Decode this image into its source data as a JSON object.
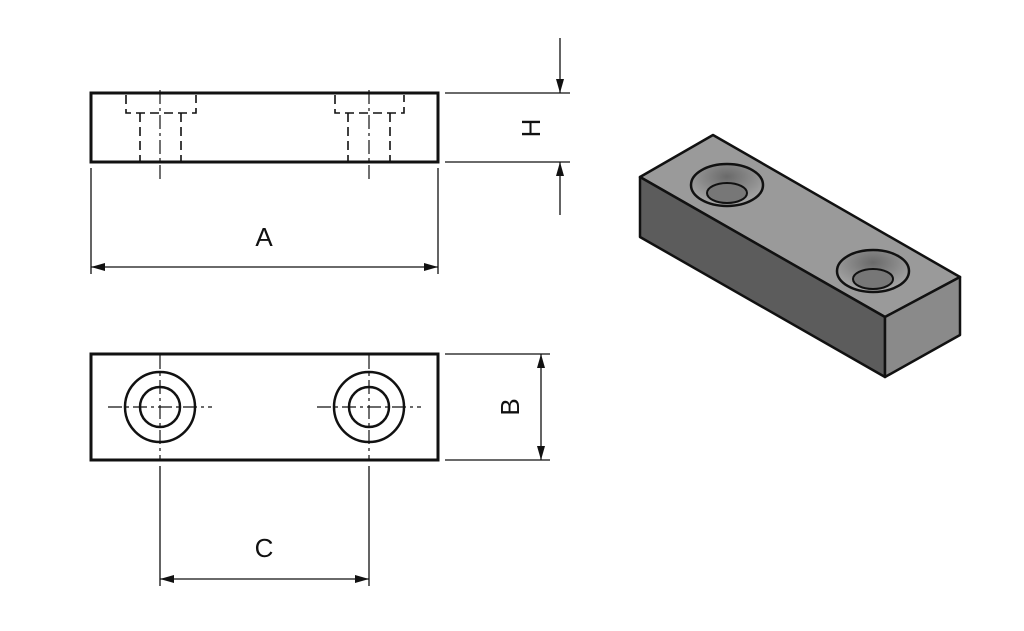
{
  "dimensions": {
    "length_label": "A",
    "height_label": "H",
    "width_label": "B",
    "hole_spacing_label": "C"
  },
  "colors": {
    "line": "#111111",
    "top_face": "#9a9a9a",
    "front_face": "#5c5c5c",
    "end_face": "#8a8a8a"
  }
}
